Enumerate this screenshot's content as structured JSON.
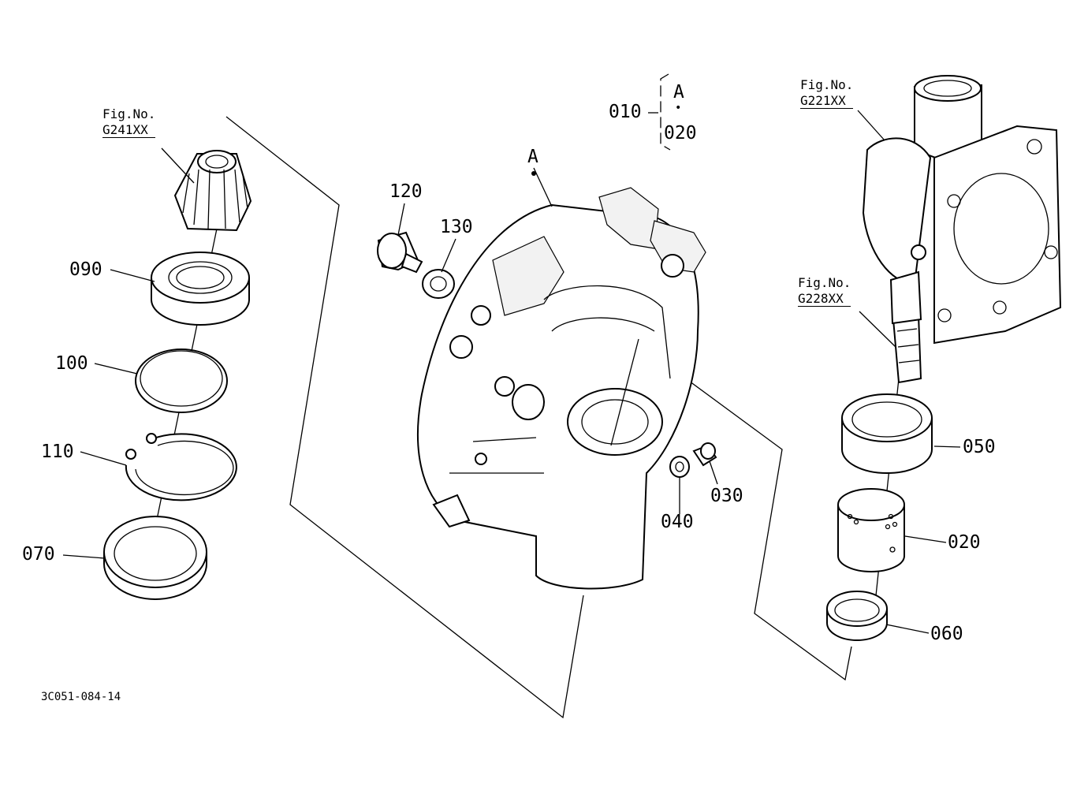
{
  "figure": {
    "doc_code": "3C051-084-14",
    "figure_refs": [
      {
        "line1": "Fig.No.",
        "line2": "G241XX"
      },
      {
        "line1": "Fig.No.",
        "line2": "G221XX"
      },
      {
        "line1": "Fig.No.",
        "line2": "G228XX"
      }
    ],
    "assembly": {
      "parent": "010",
      "marker": "A",
      "dot": "•",
      "child": "020"
    },
    "marker_A": "A",
    "parts": {
      "p010": "010",
      "p020a": "020",
      "p020b": "020",
      "p030": "030",
      "p040": "040",
      "p050": "050",
      "p060": "060",
      "p070": "070",
      "p090": "090",
      "p100": "100",
      "p110": "110",
      "p120": "120",
      "p130": "130"
    }
  }
}
